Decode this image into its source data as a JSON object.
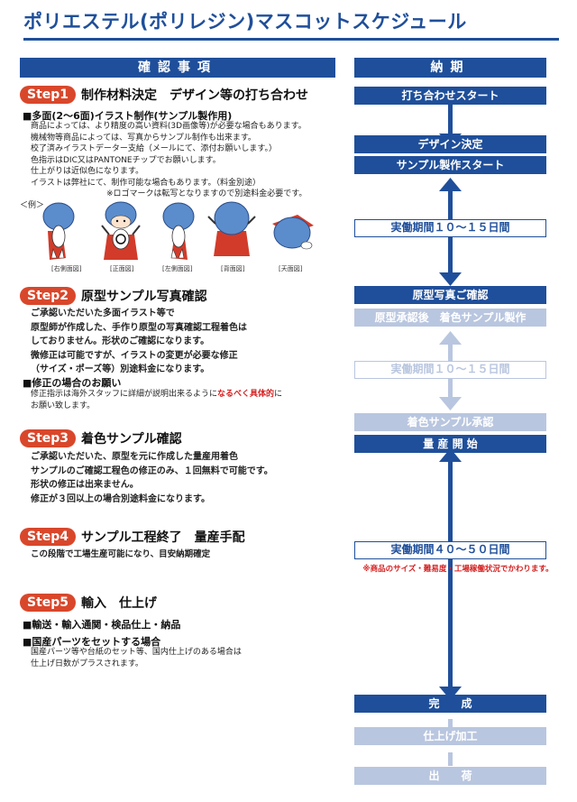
{
  "page_title": "ポリエステル(ポリレジン)マスコットスケジュール",
  "left_header": "確認事項",
  "right_header": "納期",
  "steps": [
    {
      "badge": "Step1",
      "title": "制作材料決定　デザイン等の打ち合わせ",
      "sub": "■多面(2〜6面)イラスト制作(サンプル製作用)",
      "lines": [
        "商品によっては、より精度の高い資料(3D画像等)が必要な場合もあります。",
        "機械物等商品によっては、写真からサンプル制作も出来ます。",
        "校了済みイラストデーター支給（メールにて、添付お願いします。）",
        "色指示はDIC又はPANTONEチップでお願いします。",
        "仕上がりは近似色になります。",
        "イラストは弊社にて、制作可能な場合もあります。（料金別途）"
      ],
      "logo_note": "※ロゴマークは転写となりますので別途料金必要です。",
      "example_label": "＜例＞",
      "views": [
        "[右側面図]",
        "[正面図]",
        "[左側面図]",
        "[背面図]",
        "[天面図]"
      ]
    },
    {
      "badge": "Step2",
      "title": "原型サンプル写真確認",
      "lines": [
        "ご承認いただいた多面イラスト等で",
        "原型師が作成した、手作り原型の写真確認工程着色は",
        "しておりません。形状のご確認になります。",
        "微修正は可能ですが、イラストの変更が必要な修正",
        "（サイズ・ポーズ等）別途料金になります。"
      ],
      "sub": "■修正の場合のお願い",
      "note_pre": "修正指示は海外スタッフに詳細が説明出来るように",
      "note_red": "なるべく具体的",
      "note_post": "に",
      "note_line2": "お願い致します。"
    },
    {
      "badge": "Step3",
      "title": "着色サンプル確認",
      "lines": [
        "ご承認いただいた、原型を元に作成した量産用着色",
        "サンプルのご確認工程色の修正のみ、１回無料で可能です。",
        "形状の修正は出来ません。",
        "修正が３回以上の場合別途料金になります。"
      ]
    },
    {
      "badge": "Step4",
      "title": "サンプル工程終了　量産手配",
      "lines": [
        "この段階で工場生産可能になり、目安納期確定"
      ]
    },
    {
      "badge": "Step5",
      "title": "輸入　仕上げ",
      "sub1": "■輸送・輸入通関・検品仕上・納品",
      "sub2": "■国産パーツをセットする場合",
      "lines": [
        "国産パーツ等や台紙のセット等、国内仕上げのある場合は",
        "仕上げ日数がプラスされます。"
      ]
    }
  ],
  "flow": {
    "meeting_start": "打ち合わせスタート",
    "design_decided": "デザイン決定",
    "sample_start": "サンプル製作スタート",
    "period1": "実働期間１０〜１５日間",
    "proto_photo": "原型写真ご確認",
    "proto_approved": "原型承認後　着色サンプル製作",
    "period2": "実働期間１０〜１５日間",
    "color_approved": "着色サンプル承認",
    "mass_start": "量 産 開 始",
    "period3": "実働期間４０〜５０日間",
    "period3_note": "※商品のサイズ・難易度・工場稼働状況でかわります。",
    "complete": "完　　成",
    "finishing": "仕上げ加工",
    "shipping": "出　　荷"
  },
  "colors": {
    "primary": "#1f4f9a",
    "light": "#b9c6df",
    "accent": "#d9472b",
    "note_red": "#d62020"
  }
}
